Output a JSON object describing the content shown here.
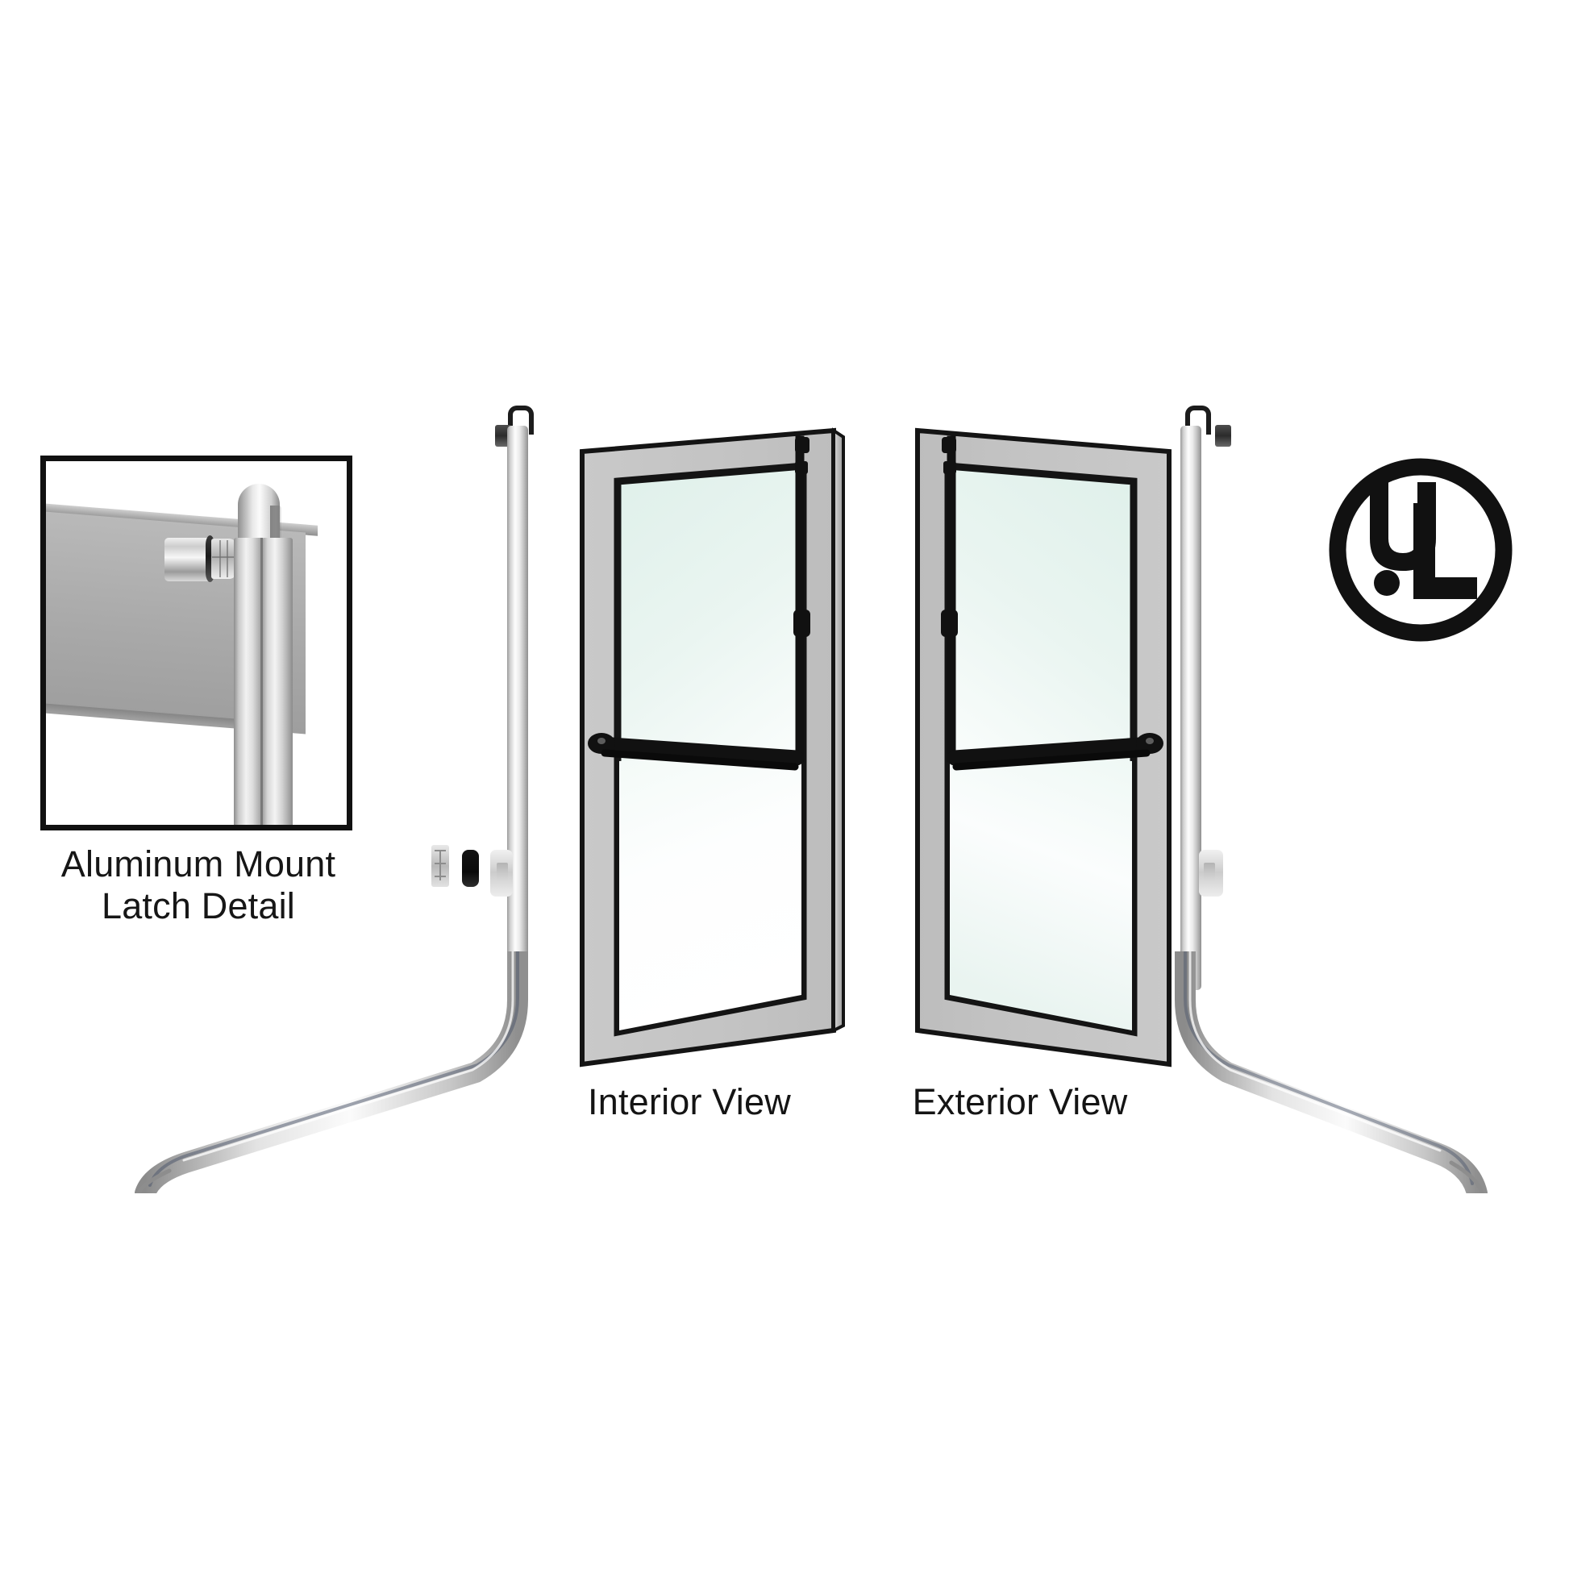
{
  "page": {
    "kind": "product-illustration",
    "subject": "Concealed Vertical Rod Exit Device for Aluminum Storefront Door",
    "background_color": "#ffffff"
  },
  "detail_callout": {
    "name": "aluminum-mount-latch-detail",
    "caption_line1": "Aluminum Mount",
    "caption_line2": "Latch Detail",
    "border_color": "#111111",
    "rail_color": "#a9a9a9",
    "rod_color": "#e8e8e8",
    "knob_color": "#cfcfcf"
  },
  "doors": [
    {
      "id": "interior",
      "label": "Interior View",
      "frame_color": "#c4c4c4",
      "frame_edge_color": "#141414",
      "glass_color": "#e4f0ec",
      "glass_color_bottom": "#ffffff",
      "hardware_color": "#121212",
      "panic_bar": {
        "name": "panic-push-bar",
        "end_cap_side": "left",
        "vertical_rod_side": "right"
      }
    },
    {
      "id": "exterior",
      "label": "Exterior View",
      "frame_color": "#c4c4c4",
      "frame_edge_color": "#141414",
      "glass_color": "#e4f0ec",
      "glass_color_bottom": "#ffffff",
      "hardware_color": "#121212",
      "panic_bar": {
        "name": "panic-push-bar",
        "end_cap_side": "right",
        "vertical_rod_side": "left"
      }
    }
  ],
  "rod_assemblies": [
    {
      "id": "left-rod",
      "name": "concealed-vertical-rod-left",
      "finish_color": "#e8e8e8",
      "parts": [
        "top-latch-hook",
        "top-strike-block",
        "rod-shaft",
        "center-bracket",
        "black-bumper",
        "strike-plate",
        "bottom-bolt-hook"
      ]
    },
    {
      "id": "right-rod",
      "name": "concealed-vertical-rod-right",
      "finish_color": "#e8e8e8",
      "parts": [
        "top-latch-hook",
        "top-strike-block",
        "rod-shaft",
        "center-bracket",
        "bottom-bolt-hook"
      ]
    }
  ],
  "certification": {
    "name": "ul-listed-mark",
    "letters": "UL",
    "letter_u": "U",
    "letter_l": "L",
    "color": "#111111",
    "shape": "circle"
  }
}
